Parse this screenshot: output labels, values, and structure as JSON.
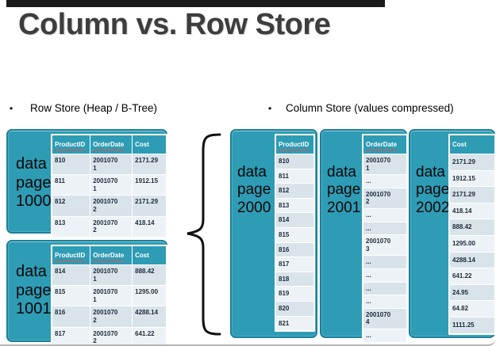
{
  "title": "Column vs. Row Store",
  "bullets": {
    "left": "Row Store (Heap / B-Tree)",
    "right": "Column Store (values compressed)"
  },
  "colors": {
    "accent_teal": "#2E9CB5",
    "teal_border": "#1B819B",
    "row_shade_dark": "#D9E3EA",
    "row_shade_light": "#EDF2F6",
    "squiggle_red": "#D9534F",
    "title_gray": "#3D3D3D",
    "top_bar_black": "#1A1A1A"
  },
  "row_store": {
    "pages": [
      {
        "label": "data page 1000",
        "columns": [
          {
            "label": "ProductID",
            "squiggle": true
          },
          {
            "label": "OrderDate",
            "squiggle": true
          },
          {
            "label": "Cost",
            "squiggle": false
          }
        ],
        "rows": [
          [
            "810",
            "20010701",
            "2171.29"
          ],
          [
            "811",
            "20010701",
            "1912.15"
          ],
          [
            "812",
            "20010702",
            "2171.29"
          ],
          [
            "813",
            "20010702",
            "418.14"
          ]
        ]
      },
      {
        "label": "data page 1001",
        "columns": [
          {
            "label": "ProductID",
            "squiggle": true
          },
          {
            "label": "OrderDate",
            "squiggle": true
          },
          {
            "label": "Cost",
            "squiggle": false
          }
        ],
        "rows": [
          [
            "814",
            "20010701",
            "888.42"
          ],
          [
            "815",
            "20010701",
            "1295.00"
          ],
          [
            "816",
            "20010702",
            "4288.14"
          ],
          [
            "817",
            "20010702",
            "641.22"
          ]
        ]
      }
    ]
  },
  "column_store": {
    "pages": [
      {
        "label": "data page 2000",
        "column": {
          "label": "ProductID",
          "squiggle": true
        },
        "values": [
          "810",
          "811",
          "812",
          "813",
          "814",
          "815",
          "816",
          "817",
          "818",
          "819",
          "820",
          "821"
        ]
      },
      {
        "label": "data page 2001",
        "column": {
          "label": "OrderDate",
          "squiggle": true
        },
        "values": [
          "20010701",
          "...",
          "20010702",
          "...",
          "...",
          "20010703",
          "...",
          "...",
          "...",
          "...",
          "20010704",
          "..."
        ]
      },
      {
        "label": "data page 2002",
        "column": {
          "label": "Cost",
          "squiggle": false
        },
        "values": [
          "2171.29",
          "1912.15",
          "2171.29",
          "418.14",
          "888.42",
          "1295.00",
          "4288.14",
          "641.22",
          "24.95",
          "64.82",
          "1111.25"
        ]
      }
    ]
  }
}
